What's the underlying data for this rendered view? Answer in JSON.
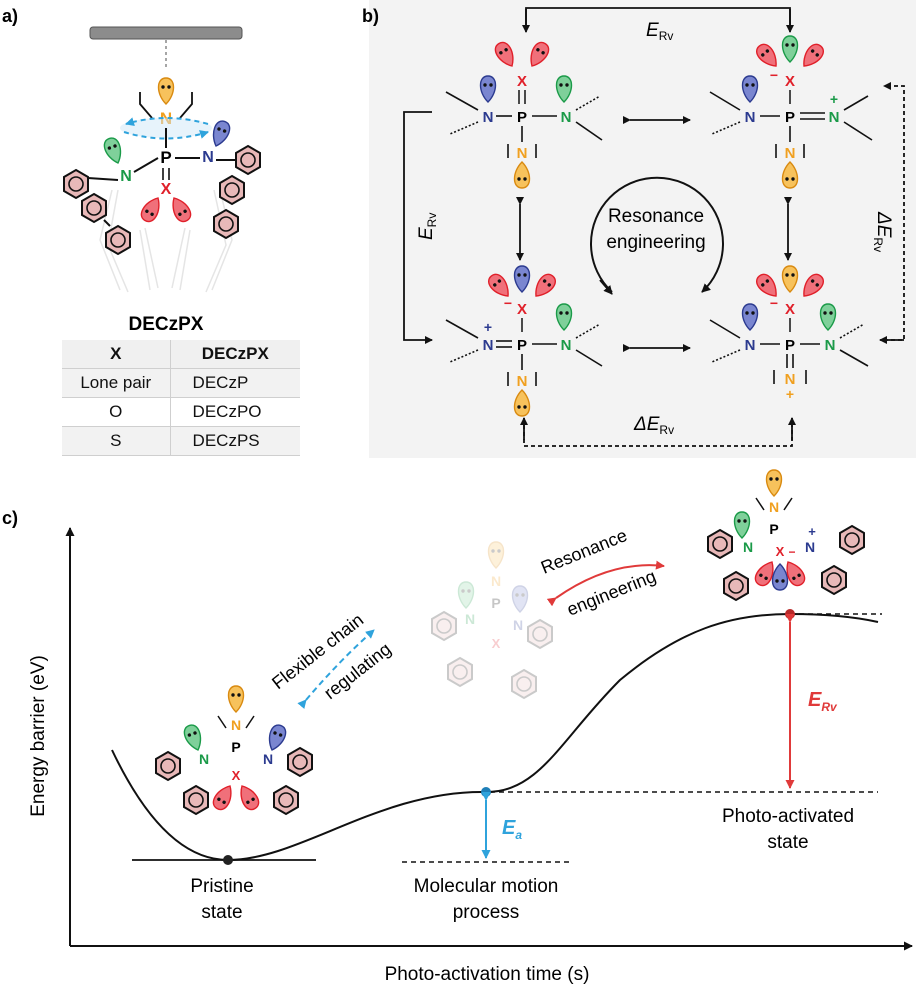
{
  "panel_labels": {
    "a": "a)",
    "b": "b)",
    "c": "c)"
  },
  "panel_a": {
    "molecule_name": "DECzPX",
    "table": {
      "headers": [
        "X",
        "DECzPX"
      ],
      "rows": [
        [
          "Lone pair",
          "DECzP"
        ],
        [
          "O",
          "DECzPO"
        ],
        [
          "S",
          "DECzPS"
        ]
      ]
    }
  },
  "panel_b": {
    "center_label_line1": "Resonance",
    "center_label_line2": "engineering",
    "e_rv_top": "E",
    "e_rv_sub": "Rv",
    "e_rv_left": "E",
    "delta_e_bottom": "ΔE",
    "delta_e_right": "ΔE",
    "atoms": {
      "N": "N",
      "P": "P",
      "X": "X",
      "plus": "+",
      "minus": "−"
    }
  },
  "panel_c": {
    "y_axis_label": "Energy barrier (eV)",
    "x_axis_label": "Photo-activation time (s)",
    "pristine_line1": "Pristine",
    "pristine_line2": "state",
    "motion_line1": "Molecular motion",
    "motion_line2": "process",
    "activated_line1": "Photo-activated",
    "activated_line2": "state",
    "flexible_line1": "Flexible chain",
    "flexible_line2": "regulating",
    "resonance_line1": "Resonance",
    "resonance_line2": "engineering",
    "ea_main": "E",
    "ea_sub": "a",
    "erv_main": "E",
    "erv_sub": "Rv"
  },
  "colors": {
    "nitrogen_green": "#1a9a48",
    "nitrogen_blue": "#2b3a8f",
    "amine_orange": "#f0a020",
    "x_red": "#e0202a",
    "arrow_blue": "#2fa3dc",
    "arrow_red": "#e03a3a",
    "carbazole_red": "#d9a4a4"
  }
}
